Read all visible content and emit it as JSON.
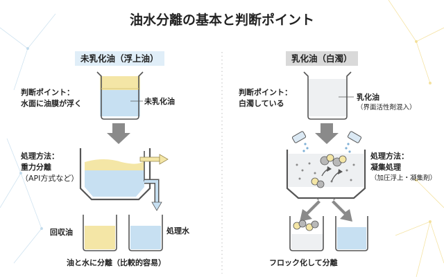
{
  "title": "油水分離の基本と判断ポイント",
  "left": {
    "heading": "未乳化油（浮上油）",
    "point_label": "判断ポイント：",
    "point_text": "水面に油膜が浮く",
    "beaker_label": "未乳化油",
    "method_label": "処理方法：",
    "method_name": "重力分離",
    "method_note": "（API方式など）",
    "out_oil": "回収油",
    "out_water": "処理水",
    "result": "油と水に分離（比較的容易）"
  },
  "right": {
    "heading": "乳化油（白濁）",
    "point_label": "判断ポイント：",
    "point_text": "白濁している",
    "beaker_label": "乳化油",
    "beaker_note": "（界面活性剤混入）",
    "method_label": "処理方法：",
    "method_name": "凝集処理",
    "method_note": "（加圧浮上・凝集剤）",
    "result": "フロック化して分離"
  },
  "colors": {
    "oil": "#f4e6a6",
    "water": "#c7e0f2",
    "emulsion": "#eef0f2",
    "outline": "#555555",
    "arrow": "#8a8a8a",
    "accent_line": "#f0d98a"
  }
}
